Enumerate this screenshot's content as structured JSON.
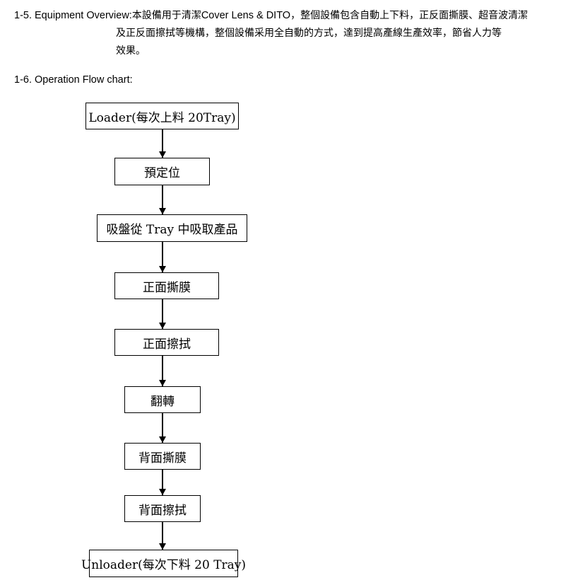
{
  "document": {
    "overview_section": {
      "number": "1-5.",
      "title": "Equipment Overview:",
      "lines": [
        {
          "label": "1-5. Equipment Overview:",
          "cjk": "本設備用于清潔",
          "latin": "Cover Lens & DITO",
          "cjk_tail": "，整個設備包含自動上下料，正反面撕膜、超音波清潔"
        },
        {
          "cjk": "及正反面擦拭等機構，整個設備采用全自動的方式，達到提高產線生產效率，節省人力等"
        },
        {
          "cjk": "效果。"
        }
      ]
    },
    "flow_section": {
      "heading": "1-6. Operation Flow chart:"
    },
    "flowchart": {
      "type": "flowchart",
      "orientation": "vertical",
      "arrow_color": "#000000",
      "box_border_color": "#000000",
      "box_fill_color": "#ffffff",
      "steps": [
        {
          "id": "loader",
          "label": "Loader(每次上料 20Tray)"
        },
        {
          "id": "pre-position",
          "label": "預定位"
        },
        {
          "id": "suction-pickup",
          "label": "吸盤從 Tray 中吸取產品"
        },
        {
          "id": "front-peel",
          "label": "正面撕膜"
        },
        {
          "id": "front-wipe",
          "label": "正面擦拭"
        },
        {
          "id": "flip",
          "label": "翻轉"
        },
        {
          "id": "back-peel",
          "label": "背面撕膜"
        },
        {
          "id": "back-wipe",
          "label": "背面擦拭"
        },
        {
          "id": "unloader",
          "label": "Unloader(每次下料 20 Tray)"
        }
      ]
    }
  }
}
